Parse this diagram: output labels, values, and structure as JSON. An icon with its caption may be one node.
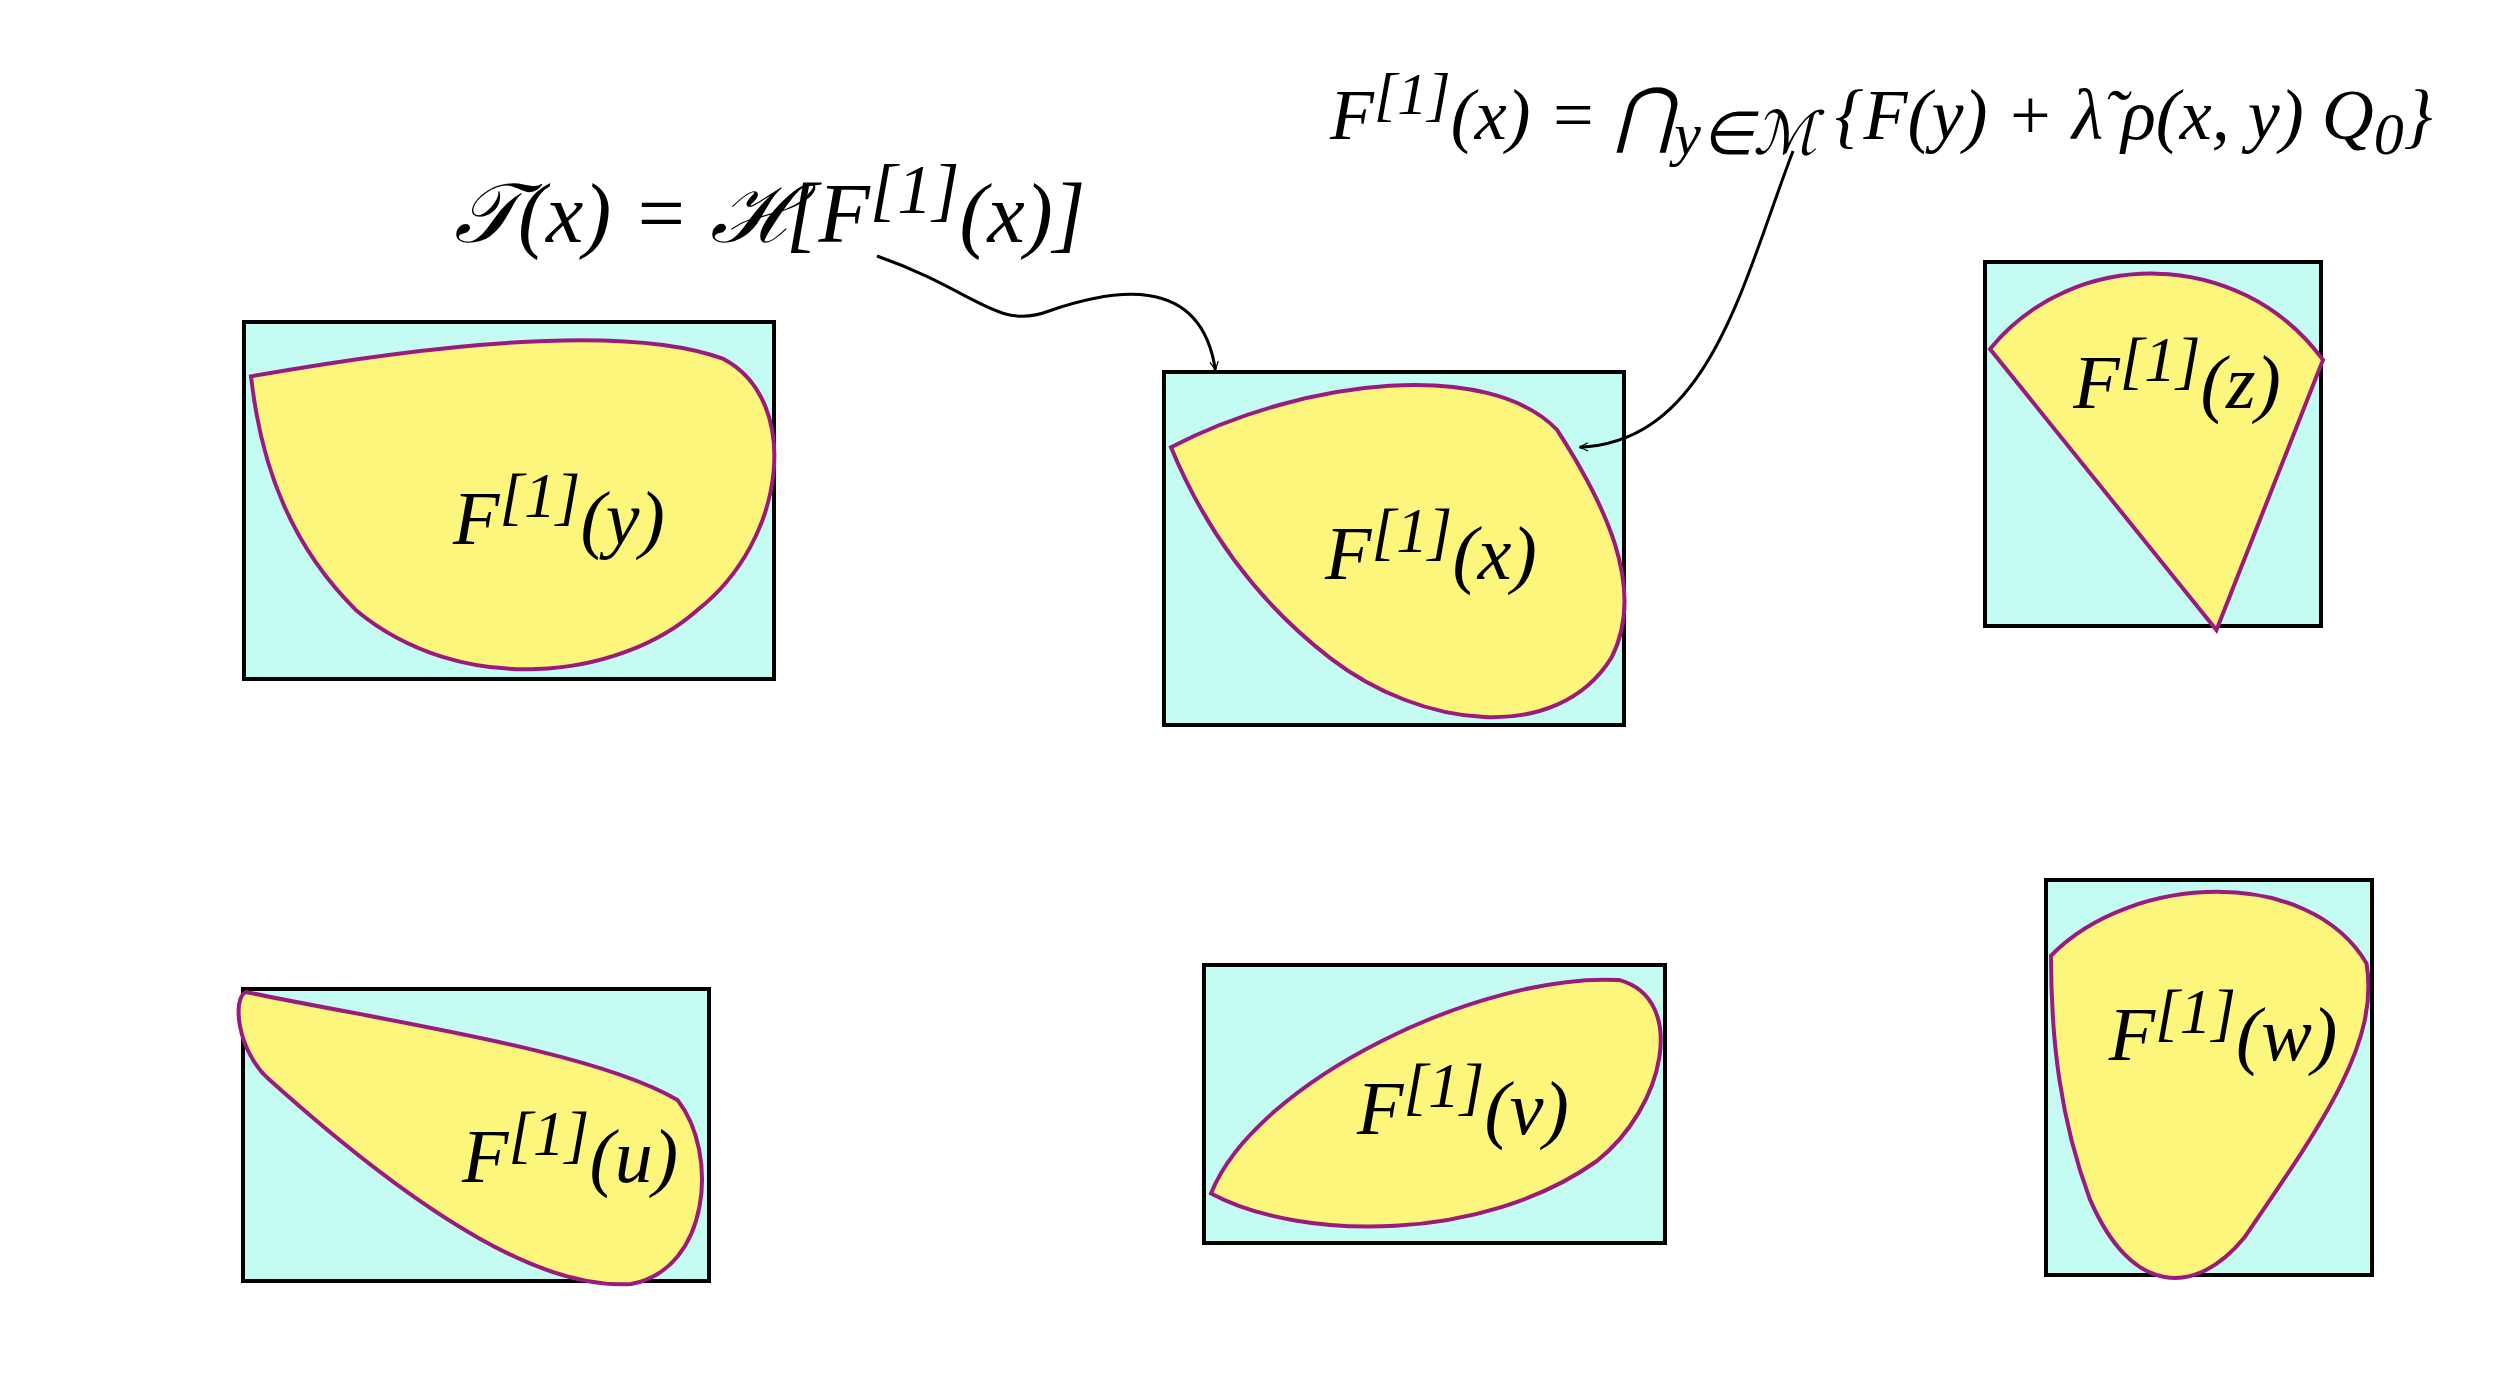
{
  "diagram": {
    "nodes": [
      {
        "text": [
          "F$^{[1]}$(x) = ⋂$_{y∈ℳ}$ {F(y) + λ̃ ρ(x, y) Q$_{0}$}"
        ]
      },
      {
        "text": [
          "𝒯(x) = ℋ[F$^{[1]}$(x)]"
        ]
      },
      {
        "text": [],
        "shape": "box"
      },
      {
        "text": [
          "F$^{[1]}$(y)"
        ],
        "in": 2
      },
      {
        "text": [],
        "shape": "box"
      },
      {
        "text": [
          "F$^{[1]}$(x)"
        ],
        "in": 4
      },
      {
        "text": [],
        "shape": "box"
      },
      {
        "text": [
          "F$^{[1]}$(z)"
        ],
        "in": 6
      },
      {
        "text": [],
        "shape": "box"
      },
      {
        "text": [
          "F$^{[1]}$(u)"
        ],
        "in": 8
      },
      {
        "text": [],
        "shape": "box"
      },
      {
        "text": [
          "F$^{[1]}$(v)"
        ],
        "in": 10
      },
      {
        "text": [],
        "shape": "box"
      },
      {
        "text": [
          "F$^{[1]}$(w)"
        ],
        "in": 12
      }
    ],
    "edges": [
      {
        "from": 1,
        "to": 4,
        "arrow": "to"
      },
      {
        "from": 0,
        "to": 5,
        "arrow": "to"
      }
    ]
  }
}
